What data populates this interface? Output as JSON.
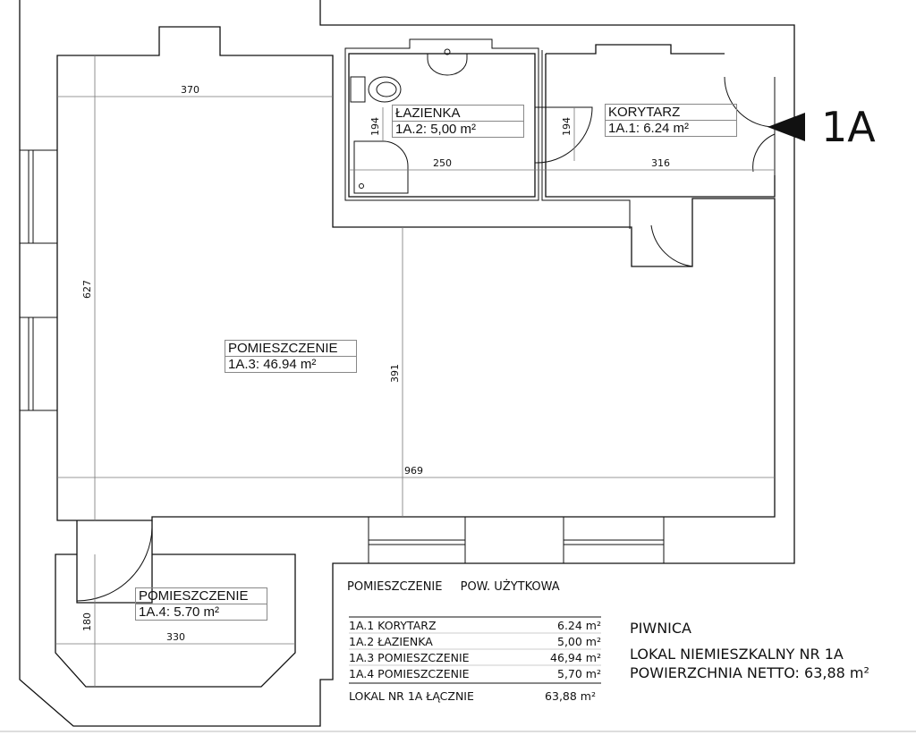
{
  "unit_mark": "1A",
  "rooms": [
    {
      "name": "KORYTARZ",
      "area": "1A.1: 6.24 m²"
    },
    {
      "name": "ŁAZIENKA",
      "area": "1A.2: 5,00 m²"
    },
    {
      "name": "POMIESZCZENIE",
      "area": "1A.3: 46.94 m²"
    },
    {
      "name": "POMIESZCZENIE",
      "area": "1A.4: 5.70 m²"
    }
  ],
  "dimensions": {
    "d370": "370",
    "d627": "627",
    "d194a": "194",
    "d250": "250",
    "d194b": "194",
    "d316": "316",
    "d391": "391",
    "d969": "969",
    "d180": "180",
    "d330": "330"
  },
  "table": {
    "header_name": "POMIESZCZENIE",
    "header_area": "POW. UŻYTKOWA",
    "rows": [
      {
        "name": "1A.1 KORYTARZ",
        "area": "6.24 m²"
      },
      {
        "name": "1A.2 ŁAZIENKA",
        "area": "5,00 m²"
      },
      {
        "name": "1A.3 POMIESZCZENIE",
        "area": "46,94 m²"
      },
      {
        "name": "1A.4 POMIESZCZENIE",
        "area": "5,70 m²"
      }
    ],
    "total_name": "LOKAL NR 1A ŁĄCZNIE",
    "total_area": "63,88 m²"
  },
  "info": {
    "level": "PIWNICA",
    "unit": "LOKAL NIEMIESZKALNY NR 1A",
    "net_area": "POWIERZCHNIA NETTO:  63,88 m²"
  }
}
